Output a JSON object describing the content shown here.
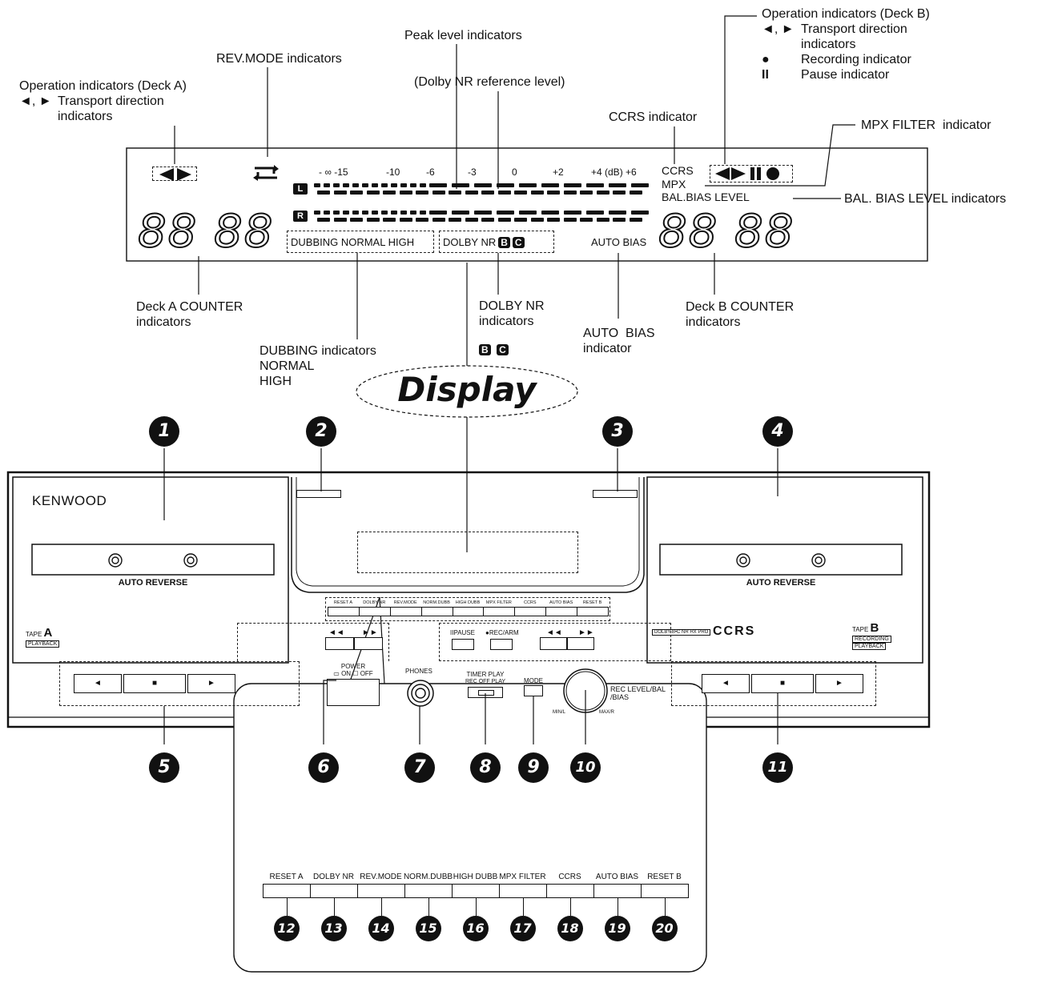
{
  "callouts": {
    "op_a_title": "Operation indicators (Deck A)",
    "op_a_arrows": "◄, ►",
    "op_a_desc": "Transport direction\nindicators",
    "rev_mode": "REV.MODE indicators",
    "peak_level": "Peak level indicators",
    "dolby_ref": "(Dolby NR reference level)",
    "op_b_title": "Operation indicators (Deck B)",
    "op_b_arrows": "◄, ►",
    "op_b_desc": "Transport direction\nindicators",
    "op_b_rec_sym": "●",
    "op_b_rec": "Recording indicator",
    "op_b_pause_sym": "II",
    "op_b_pause": "Pause indicator",
    "ccrs": "CCRS indicator",
    "mpx_filter": "MPX FILTER  indicator",
    "bal_bias": "BAL. BIAS LEVEL indicators",
    "deck_a_counter": "Deck A COUNTER\nindicators",
    "dubbing": "DUBBING indicators\nNORMAL\nHIGH",
    "dolby_nr": "DOLBY NR\nindicators",
    "auto_bias": "AUTO  BIAS\nindicator",
    "deck_b_counter": "Deck B COUNTER\nindicators"
  },
  "display": {
    "scale": [
      "- ∞ -15",
      "-10",
      "-6",
      "-3",
      "0",
      "+2",
      "+4 (dB) +6"
    ],
    "ch_l": "L",
    "ch_r": "R",
    "counter_a": "88 88",
    "counter_b": "88 88",
    "dubbing_text": "DUBBING  NORMAL  HIGH",
    "dolby_text": "DOLBY NR",
    "chip_b": "B",
    "chip_c": "C",
    "auto_bias_text": "AUTO BIAS",
    "ccrs_text": "CCRS",
    "mpx_text": "MPX",
    "bal_bias_text": "BAL.BIAS   LEVEL",
    "display_title": "Display"
  },
  "numbers": [
    "1",
    "2",
    "3",
    "4",
    "5",
    "6",
    "7",
    "8",
    "9",
    "10",
    "11",
    "12",
    "13",
    "14",
    "15",
    "16",
    "17",
    "18",
    "19",
    "20"
  ],
  "front_panel": {
    "brand": "KENWOOD",
    "auto_reverse_a": "AUTO REVERSE",
    "auto_reverse_b": "AUTO REVERSE",
    "tape_a_prefix": "TAPE",
    "tape_a_letter": "A",
    "tape_a_mode": "PLAYBACK",
    "tape_b_prefix": "TAPE",
    "tape_b_letter": "B",
    "tape_b_mode1": "RECORDING",
    "tape_b_mode2": "PLAYBACK",
    "power": "POWER",
    "power_states": "▭ ON  ☐ OFF",
    "phones": "PHONES",
    "timer_play": "TIMER PLAY",
    "timer_states": "REC  OFF  PLAY",
    "mode": "MODE",
    "rec_level": "REC LEVEL/BAL\n/BIAS",
    "min_l": "MIN/L",
    "max_r": "MAX/R",
    "pause": "IIPAUSE",
    "rec_arm": "●REC/ARM",
    "rew": "◄◄",
    "ff": "►►",
    "ccrs_logo": "CCRS",
    "dolby_logo": "DOLBY B•C NR HX PRO",
    "play_rev": "◄",
    "stop": "■",
    "play_fwd": "►"
  },
  "button_row": [
    "RESET A",
    "DOLBY NR",
    "REV.MODE",
    "NORM.DUBB",
    "HIGH DUBB",
    "MPX FILTER",
    "CCRS",
    "AUTO BIAS",
    "RESET B"
  ]
}
